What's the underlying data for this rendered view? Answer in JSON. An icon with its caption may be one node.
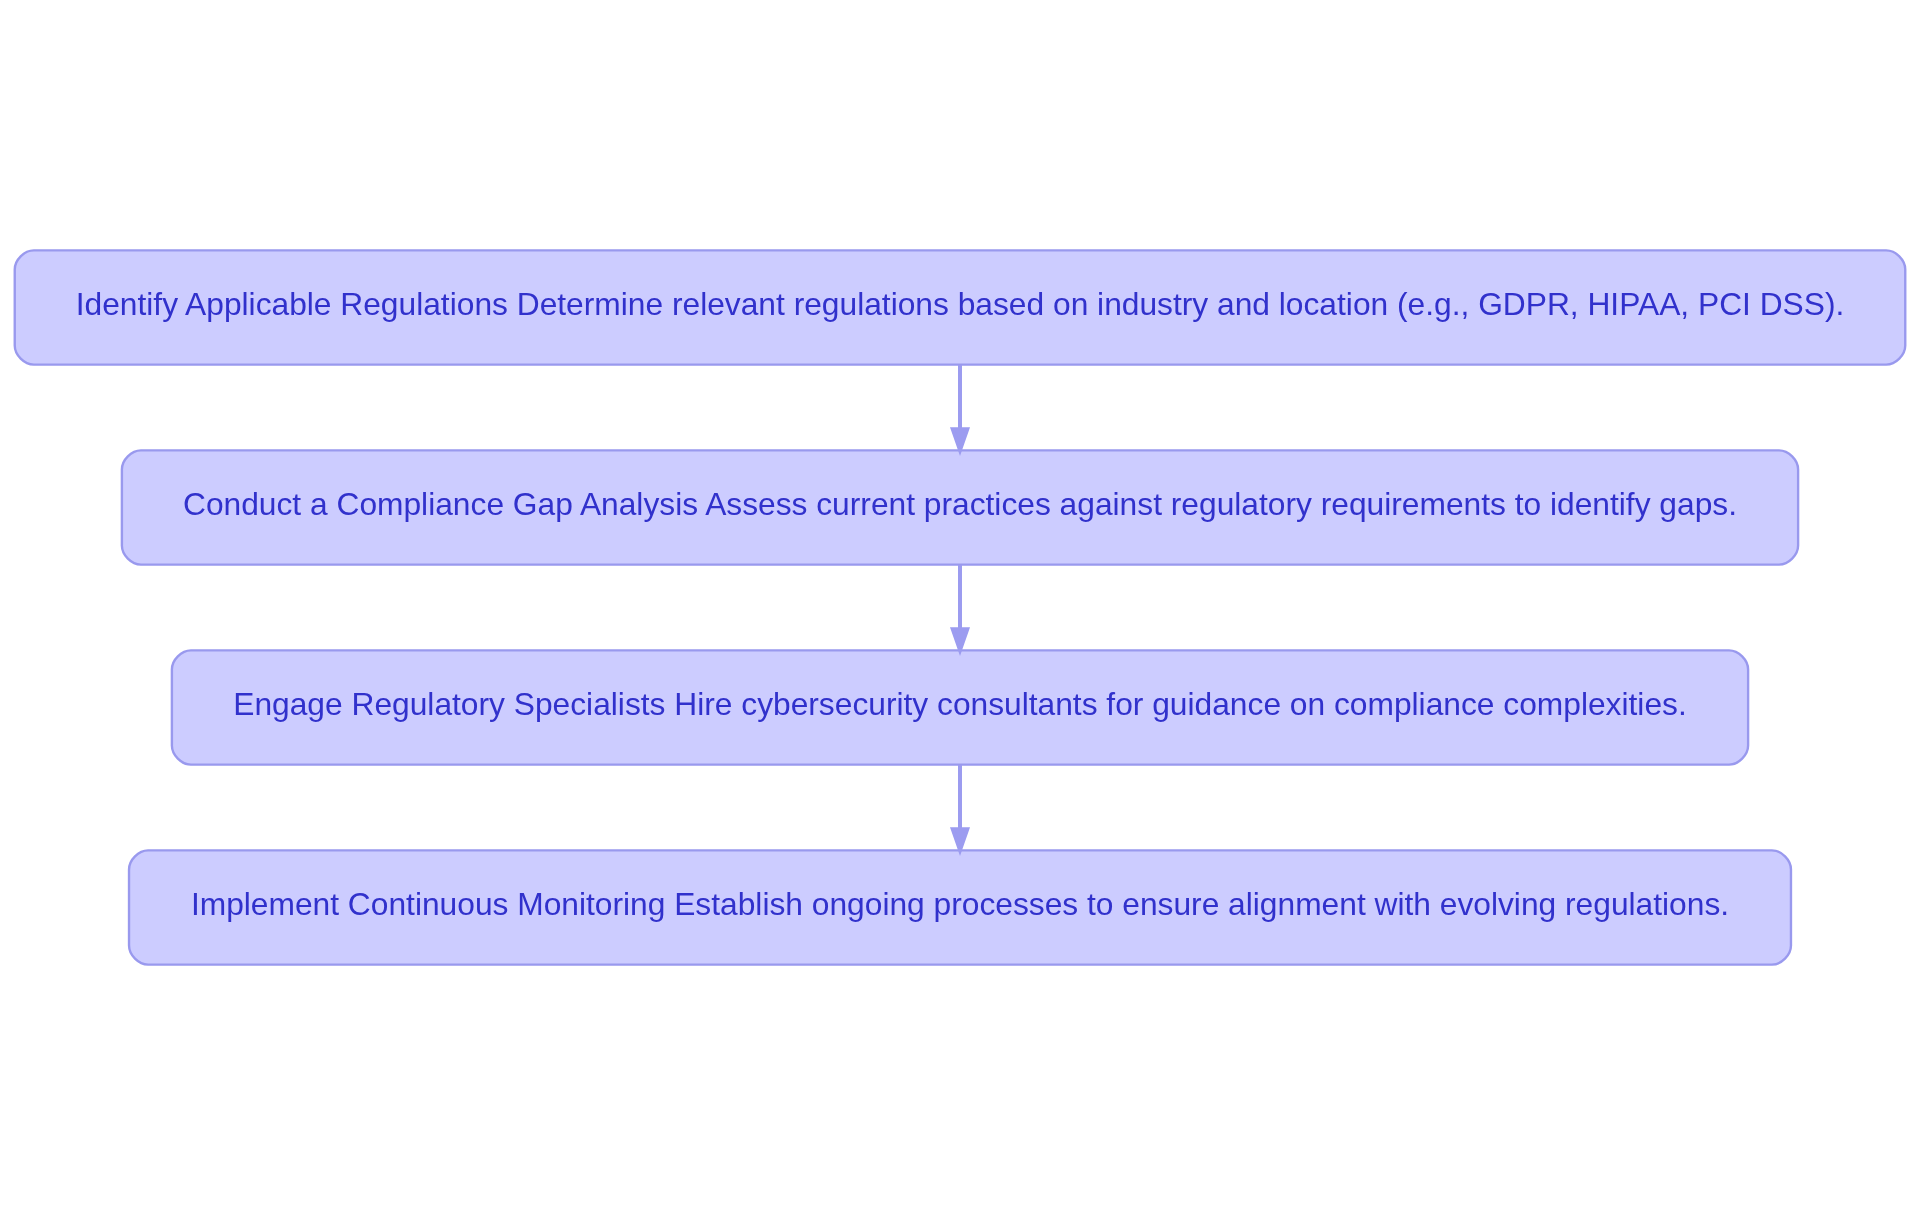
{
  "diagram": {
    "nodes": [
      {
        "text": [
          "Identify Applicable Regulations Determine relevant regulations based on industry and location (e.g., GDPR, HIPAA, PCI DSS)."
        ]
      },
      {
        "text": [
          "Conduct a Compliance Gap Analysis Assess current practices against regulatory requirements to identify gaps."
        ]
      },
      {
        "text": [
          "Engage Regulatory Specialists Hire cybersecurity consultants for guidance on compliance complexities."
        ]
      },
      {
        "text": [
          "Implement Continuous Monitoring Establish ongoing processes to ensure alignment with evolving regulations."
        ]
      }
    ],
    "edges": [
      {
        "from": 0,
        "to": 1,
        "arrow": "to"
      },
      {
        "from": 1,
        "to": 2,
        "arrow": "to"
      },
      {
        "from": 2,
        "to": 3,
        "arrow": "to"
      }
    ]
  }
}
